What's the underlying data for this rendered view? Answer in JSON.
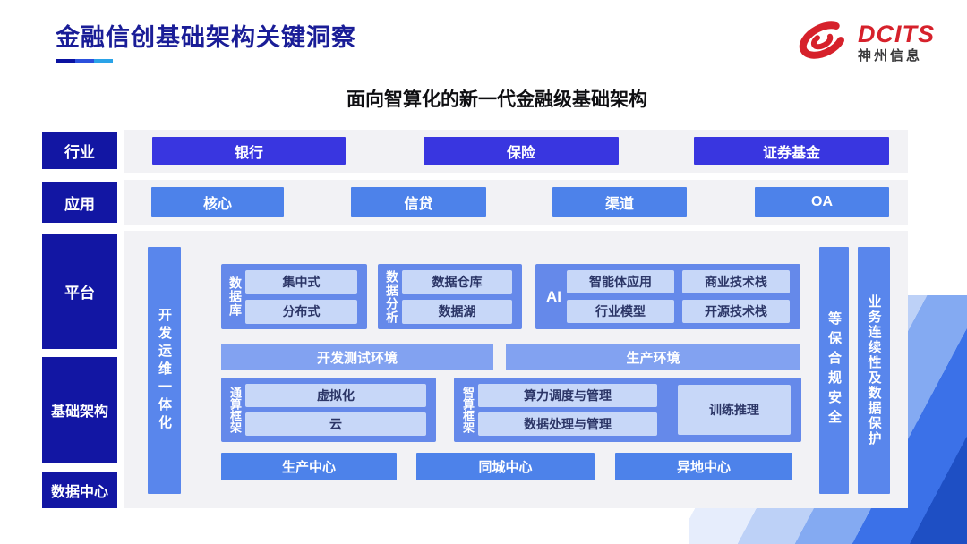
{
  "header": {
    "title": "金融信创基础架构关键洞察",
    "logo": {
      "brand": "DCITS",
      "company": "神州信息"
    }
  },
  "diagram": {
    "subtitle": "面向智算化的新一代金融级基础架构",
    "side_labels": [
      "行业",
      "应用",
      "平台",
      "基础架构",
      "数据中心"
    ],
    "industry": {
      "items": [
        "银行",
        "保险",
        "证券基金"
      ]
    },
    "application": {
      "items": [
        "核心",
        "信贷",
        "渠道",
        "OA"
      ]
    },
    "platform": {
      "devops_bar": "开发运维一体化",
      "groups": [
        {
          "label": "数据库",
          "items": [
            "集中式",
            "分布式"
          ]
        },
        {
          "label": "数据分析",
          "items": [
            "数据仓库",
            "数据湖"
          ]
        },
        {
          "label": "AI",
          "items": [
            "智能体应用",
            "商业技术栈",
            "行业模型",
            "开源技术栈"
          ]
        }
      ],
      "env_bars": [
        "开发测试环境",
        "生产环境"
      ],
      "frameworks": [
        {
          "label": "通算框架",
          "items": [
            "虚拟化",
            "云"
          ]
        },
        {
          "label": "智算框架",
          "items": [
            "算力调度与管理",
            "数据处理与管理"
          ],
          "side_item": "训练推理"
        }
      ]
    },
    "centers": [
      "生产中心",
      "同城中心",
      "异地中心"
    ],
    "right_bars": [
      "等保合规安全",
      "业务连续性及数据保护"
    ]
  },
  "colors": {
    "title_navy": "#1a1d97",
    "label_navy": "#1216a3",
    "underline_dark": "#0a12a0",
    "underline_mid": "#2b50dd",
    "underline_light": "#2aa3e8",
    "logo_red": "#d6212b",
    "royal_blue": "#3936e0",
    "azure": "#4d82ea",
    "vbar_blue": "#5986ec",
    "group_blue": "#6589ea",
    "env_blue": "#82a2f1",
    "light_item": "#c7d7f8",
    "item_text": "#2b3566",
    "panel_gray": "#f2f2f5",
    "deco_1": "#e6edfc",
    "deco_2": "#bdd1f7",
    "deco_3": "#84aaf2",
    "deco_4": "#3b71e8",
    "deco_5": "#1e4fc4"
  }
}
